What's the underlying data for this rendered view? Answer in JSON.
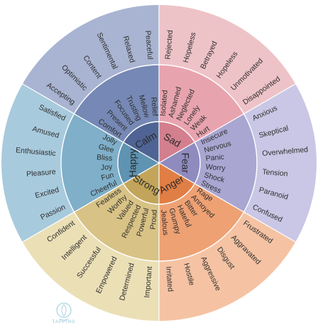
{
  "wheel": {
    "sections": [
      {
        "core": "Sad",
        "inner_color": "#d37f8e",
        "middle_color": "#e8a4ae",
        "outer_color": "#eec3c8",
        "middle": [
          "Isolated",
          "Ashamed",
          "Neglected",
          "Lonely",
          "Weak",
          "Hurt"
        ],
        "outer": [
          "Rejected",
          "Hopeless",
          "Betrayed",
          "Hopeless",
          "Unmotivated",
          "Disappointed"
        ]
      },
      {
        "core": "Fear",
        "inner_color": "#8f8bbf",
        "middle_color": "#aaa6d2",
        "outer_color": "#c9c7e5",
        "middle": [
          "Insecure",
          "Nervous",
          "Panic",
          "Worry",
          "Shock",
          "Stress"
        ],
        "outer": [
          "Anxious",
          "Skeptical",
          "Overwhelmed",
          "Tension",
          "Paranoid",
          "Confused"
        ]
      },
      {
        "core": "Anger",
        "inner_color": "#e07e45",
        "middle_color": "#eea173",
        "outer_color": "#f5c3a3",
        "middle": [
          "Rage",
          "Annoyed",
          "Bitter",
          "Hateful",
          "Grumpy",
          "Jealous"
        ],
        "outer": [
          "Frustrated",
          "Aggravated",
          "Disgust",
          "Aggressive",
          "Hostile",
          "Irritated"
        ]
      },
      {
        "core": "Strong",
        "inner_color": "#c2a55a",
        "middle_color": "#d8c285",
        "outer_color": "#ebdfb6",
        "middle": [
          "Proud",
          "Powerful",
          "Respected",
          "Valued",
          "Worthy",
          "Fearless"
        ],
        "outer": [
          "Important",
          "Determined",
          "Empowered",
          "Successful",
          "Intelligent",
          "Confident"
        ]
      },
      {
        "core": "Happy",
        "inner_color": "#5f93b2",
        "middle_color": "#7fafc9",
        "outer_color": "#a8cadd",
        "middle": [
          "Cheerful",
          "Fun",
          "Joy",
          "Bliss",
          "Glee",
          "Jolly"
        ],
        "outer": [
          "Passion",
          "Excited",
          "Pleasure",
          "Enthusiastic",
          "Amused",
          "Satisfied"
        ]
      },
      {
        "core": "Calm",
        "inner_color": "#4f6494",
        "middle_color": "#7688b5",
        "outer_color": "#a9b4d2",
        "middle": [
          "Comfort",
          "Present",
          "Focused",
          "Trusting",
          "Mellow",
          "Relief"
        ],
        "outer": [
          "Accepting",
          "Optimistic",
          "Content",
          "Sentimental",
          "Relaxed",
          "Peaceful"
        ]
      }
    ]
  },
  "logo": {
    "text": "TAPPING",
    "color": "#8fc6d8"
  }
}
